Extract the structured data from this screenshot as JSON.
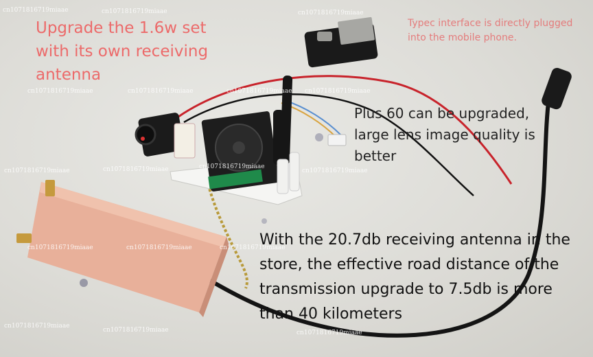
{
  "captions": {
    "upgrade_set": "Upgrade the 1.6w set with its own receiving antenna",
    "typec": "Typec interface is directly plugged into the mobile phone.",
    "lens": "Plus 60 can be upgraded, large lens image quality is better",
    "distance": "With the 20.7db receiving antenna in the store, the effective road distance of the transmission upgrade to 7.5db is more than 40 kilometers"
  },
  "watermark": "cn1071816719miaae",
  "colors": {
    "background": "#dddcd7",
    "caption_red": "#ec6a6a",
    "caption_dark": "#111111",
    "module_case": "#e8b09a"
  }
}
